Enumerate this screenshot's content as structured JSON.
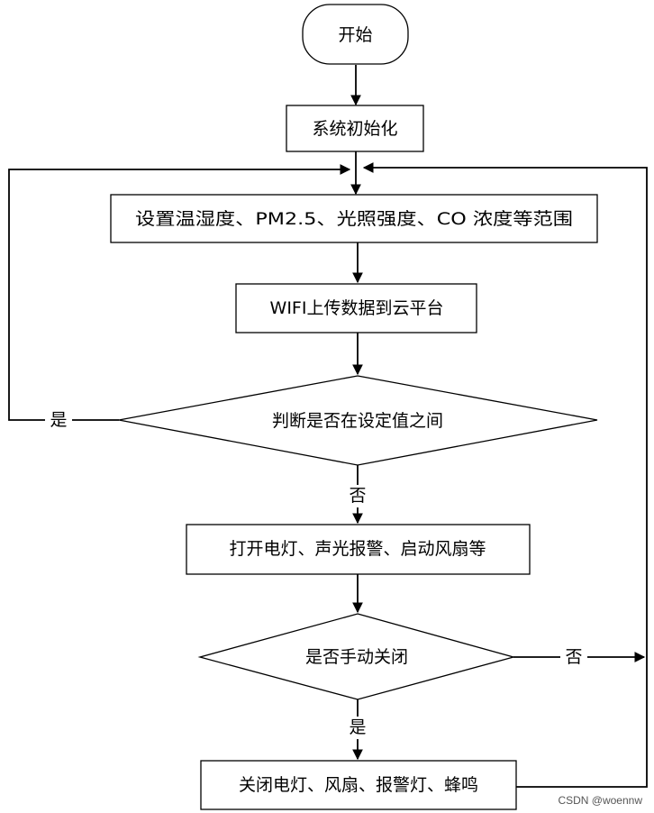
{
  "flowchart": {
    "nodes": {
      "start": "开始",
      "init": "系统初始化",
      "set_range": "设置温湿度、PM2.5、光照强度、CO 浓度等范围",
      "upload": "WIFI上传数据到云平台",
      "check_range": "判断是否在设定值之间",
      "alarm": "打开电灯、声光报警、启动风扇等",
      "check_manual": "是否手动关闭",
      "shutdown": "关闭电灯、风扇、报警灯、蜂鸣"
    },
    "edge_labels": {
      "range_yes": "是",
      "range_no": "否",
      "manual_no": "否",
      "manual_yes": "是"
    }
  },
  "watermark": "CSDN @woennw"
}
